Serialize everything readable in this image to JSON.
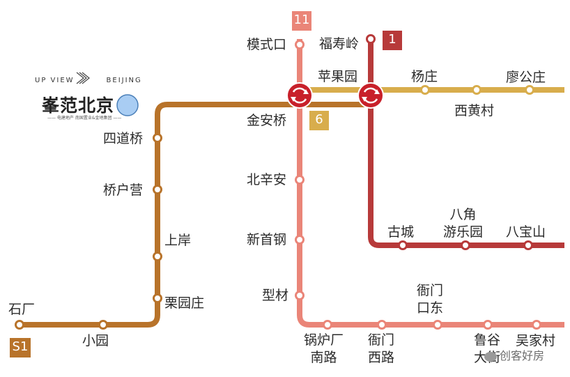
{
  "colors": {
    "s1_line": "#b8732a",
    "line6": "#d8ad4c",
    "line1": "#b73a3a",
    "line11": "#ea8578",
    "interchange": "#c8202a",
    "brand_dot": "#a9cdf3"
  },
  "lines": {
    "s1": "S1",
    "l6": "6",
    "l1": "1",
    "l11": "11"
  },
  "brand": {
    "top": "UP VIEW",
    "top_right": "BEIJING",
    "name": "峯范北京",
    "sub": "—— 电建地产 南国置业&金地集团 ——"
  },
  "stations": {
    "shichang": "石厂",
    "xiaoyuan": "小园",
    "liyuanzhuang": "栗园庄",
    "shangan": "上岸",
    "qiaohuying": "桥户营",
    "sidaoqiao": "四道桥",
    "jinanqiao": "金安桥",
    "moshikou": "模式口",
    "beixinan": "北辛安",
    "xinshougang": "新首钢",
    "xingcai": "型材",
    "guoluchang": "锅炉厂\n南路",
    "hengmenxilu": "衙门\n西路",
    "hengmenkoudong": "衙门\n口东",
    "luguodajie": "鲁谷\n大街",
    "wujiacun": "吴家村",
    "pingguoyuan": "苹果园",
    "fushouling": "福寿岭",
    "yangzhuang": "杨庄",
    "xihuangcun": "西黄村",
    "liaogongzhuang": "廖公庄",
    "gucheng": "古城",
    "bajiao": "八角\n游乐园",
    "babaoshan": "八宝山"
  },
  "watermark": "创客好房",
  "watermark_icon": "wechat-icon"
}
